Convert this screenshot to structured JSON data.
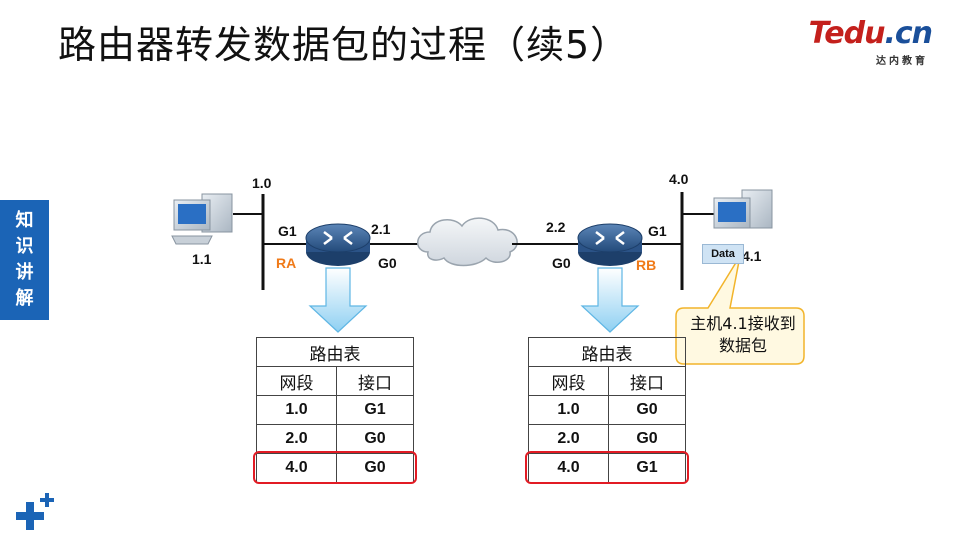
{
  "slide": {
    "title": "路由器转发数据包的过程（续5）",
    "logo_main": "Tedu",
    "logo_tld": ".cn",
    "logo_sub": "达内教育",
    "side_tab": [
      "知",
      "识",
      "讲",
      "解"
    ]
  },
  "network": {
    "left_network": "1.0",
    "left_host": "1.1",
    "right_network": "4.0",
    "right_host": "4.1",
    "router_a": {
      "name": "RA",
      "left_if": "G1",
      "right_if": "G0",
      "ip": "2.1"
    },
    "router_b": {
      "name": "RB",
      "left_if": "G0",
      "right_if": "G1",
      "ip": "2.2"
    },
    "packet_label": "Data",
    "callout": "主机4.1接收到数据包"
  },
  "tables": [
    {
      "title": "路由表",
      "headers": [
        "网段",
        "接口"
      ],
      "rows": [
        [
          "1.0",
          "G1"
        ],
        [
          "2.0",
          "G0"
        ],
        [
          "4.0",
          "G0"
        ]
      ],
      "highlight_row": 3
    },
    {
      "title": "路由表",
      "headers": [
        "网段",
        "接口"
      ],
      "rows": [
        [
          "1.0",
          "G0"
        ],
        [
          "2.0",
          "G0"
        ],
        [
          "4.0",
          "G1"
        ]
      ],
      "highlight_row": 3
    }
  ],
  "colors": {
    "accent_blue": "#1b64b6",
    "logo_red": "#c4201c",
    "highlight_red": "#e21b24",
    "router_label_orange": "#f07a18",
    "callout_fill": "#fff9e1",
    "callout_border": "#f2b42a"
  }
}
